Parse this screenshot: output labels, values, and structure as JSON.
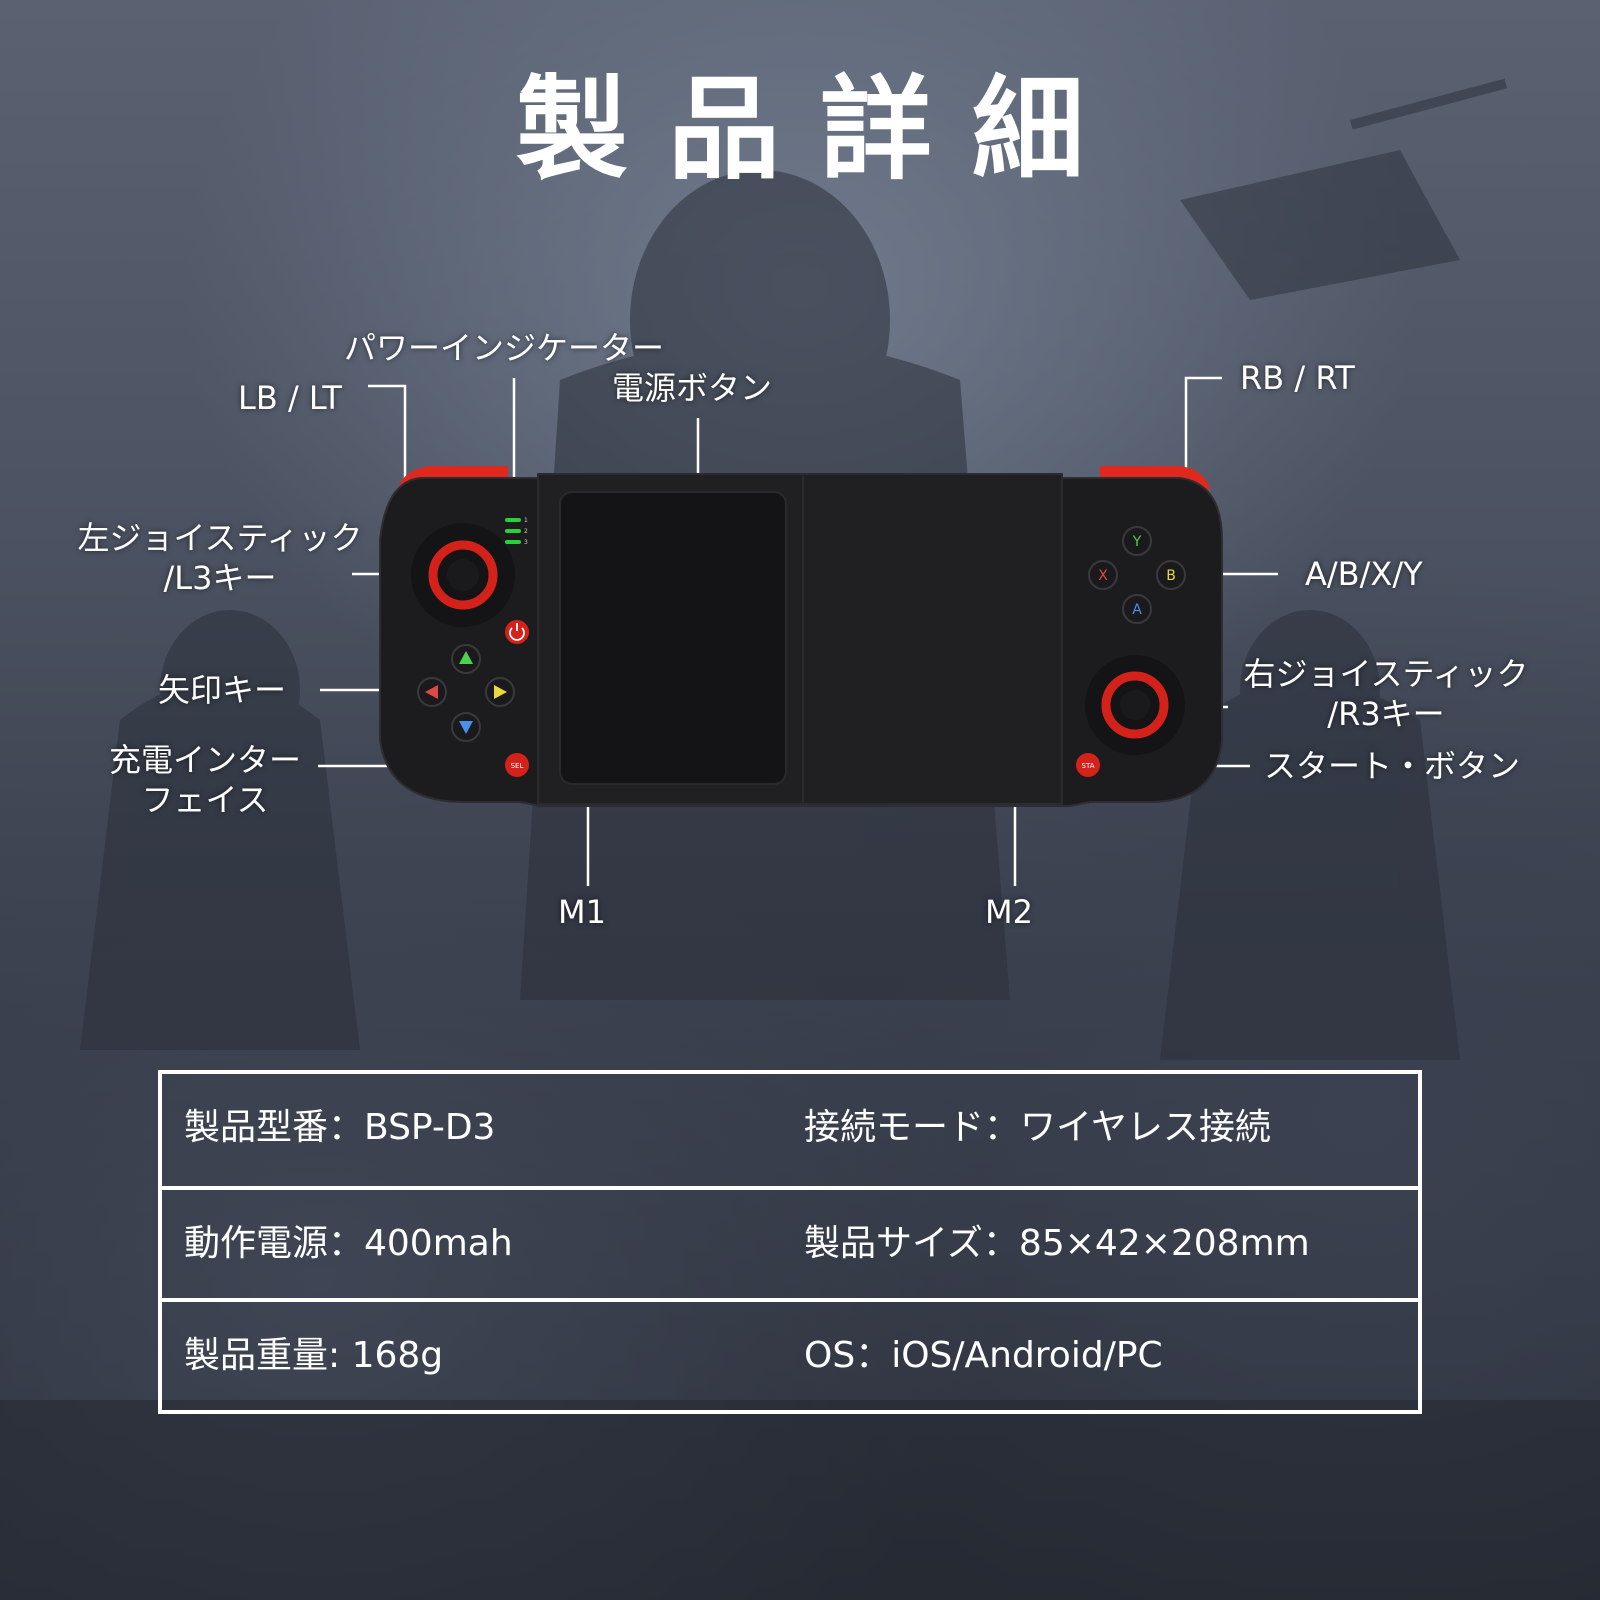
{
  "title": "製品詳細",
  "callouts": {
    "power_indicator": "パワーインジケーター",
    "power_button": "電源ボタン",
    "lb_lt": "LB / LT",
    "rb_rt": "RB / RT",
    "left_stick_line1": "左ジョイスティック",
    "left_stick_line2": "/L3キー",
    "abxy": "A/B/X/Y",
    "dpad": "矢印キー",
    "right_stick_line1": "右ジョイスティック",
    "right_stick_line2": "/R3キー",
    "charging_line1": "充電インター",
    "charging_line2": "フェイス",
    "start_button": "スタート・ボタン",
    "m1": "M1",
    "m2": "M2"
  },
  "controller_marks": {
    "led_numbers": [
      "1",
      "2",
      "3"
    ],
    "face_buttons": [
      "Y",
      "X",
      "B",
      "A"
    ],
    "select_label": "SEL",
    "start_label": "STA",
    "colors": {
      "body": "#1c1c1e",
      "trigger": "#e0281e",
      "stick_ring": "#d4221a",
      "led": "#27d13a",
      "button_y": "#4fd14f",
      "button_x": "#e04848",
      "button_b": "#e8d840",
      "button_a": "#4a8fe8"
    }
  },
  "specs": [
    {
      "left": "製品型番：BSP-D3",
      "right": "接続モード：ワイヤレス接続"
    },
    {
      "left": "動作電源：400mah",
      "right": "製品サイズ：85×42×208mm"
    },
    {
      "left": "製品重量: 168g",
      "right": "OS：iOS/Android/PC"
    }
  ]
}
